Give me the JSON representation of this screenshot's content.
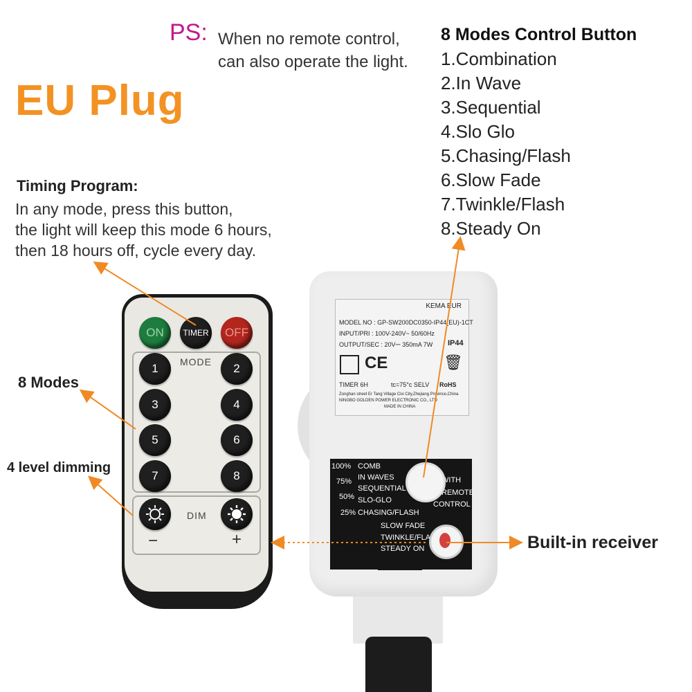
{
  "header": {
    "ps_label": "PS:",
    "ps_line1": "When no remote control,",
    "ps_line2": "can also operate the light.",
    "plug_type": "EU Plug"
  },
  "modes_panel": {
    "title": "8 Modes Control Button",
    "items": [
      "1.Combination",
      "2.In Wave",
      "3.Sequential",
      "4.Slo Glo",
      "5.Chasing/Flash",
      "6.Slow Fade",
      "7.Twinkle/Flash",
      "8.Steady On"
    ]
  },
  "timing": {
    "title": "Timing Program:",
    "line1": "In any mode, press this button,",
    "line2": "the light will keep this mode 6 hours,",
    "line3": "then 18 hours off, cycle every day."
  },
  "callouts": {
    "modes": "8 Modes",
    "dimming": "4 level dimming",
    "receiver": "Built-in receiver"
  },
  "remote": {
    "on": "ON",
    "timer": "TIMER",
    "off": "OFF",
    "mode_label": "MODE",
    "buttons": [
      "1",
      "2",
      "3",
      "4",
      "5",
      "6",
      "7",
      "8"
    ],
    "dim_label": "DIM",
    "minus": "−",
    "plus": "+"
  },
  "device_label": {
    "brands": "KEMA EUR",
    "model": "MODEL NO : GP-SW200DC0350-IP44(EU)-1CT",
    "input": "INPUT/PRI : 100V-240V~ 50/60Hz",
    "output": "OUTPUT/SEC : 20V⎓ 350mA 7W",
    "ip_rating": "IP44",
    "ce": "CE",
    "timer": "TIMER 6H",
    "temp": "tc=75°c  SELV",
    "rohs": "RoHS",
    "address": "Zonghan street Er Tang Village Cixi City,Zhejiang Province,China",
    "maker": "NINGBO GOLDEN POWER ELECTRONIC CO., LTD",
    "origin": "MADE IN CHINA"
  },
  "control_panel": {
    "pct": [
      "100%",
      "75%",
      "50%",
      "25%"
    ],
    "modes": [
      "COMB",
      "IN WAVES",
      "SEQUENTIAL",
      "SLO-GLO",
      "CHASING/FLASH",
      "SLOW FADE",
      "TWINKLE/FLASH",
      "STEADY ON"
    ],
    "with_remote": [
      "WITH",
      "REMOTE",
      "CONTROL"
    ]
  },
  "colors": {
    "accent_orange": "#f39223",
    "ps_magenta": "#c2188c",
    "arrow": "#f08a24"
  }
}
